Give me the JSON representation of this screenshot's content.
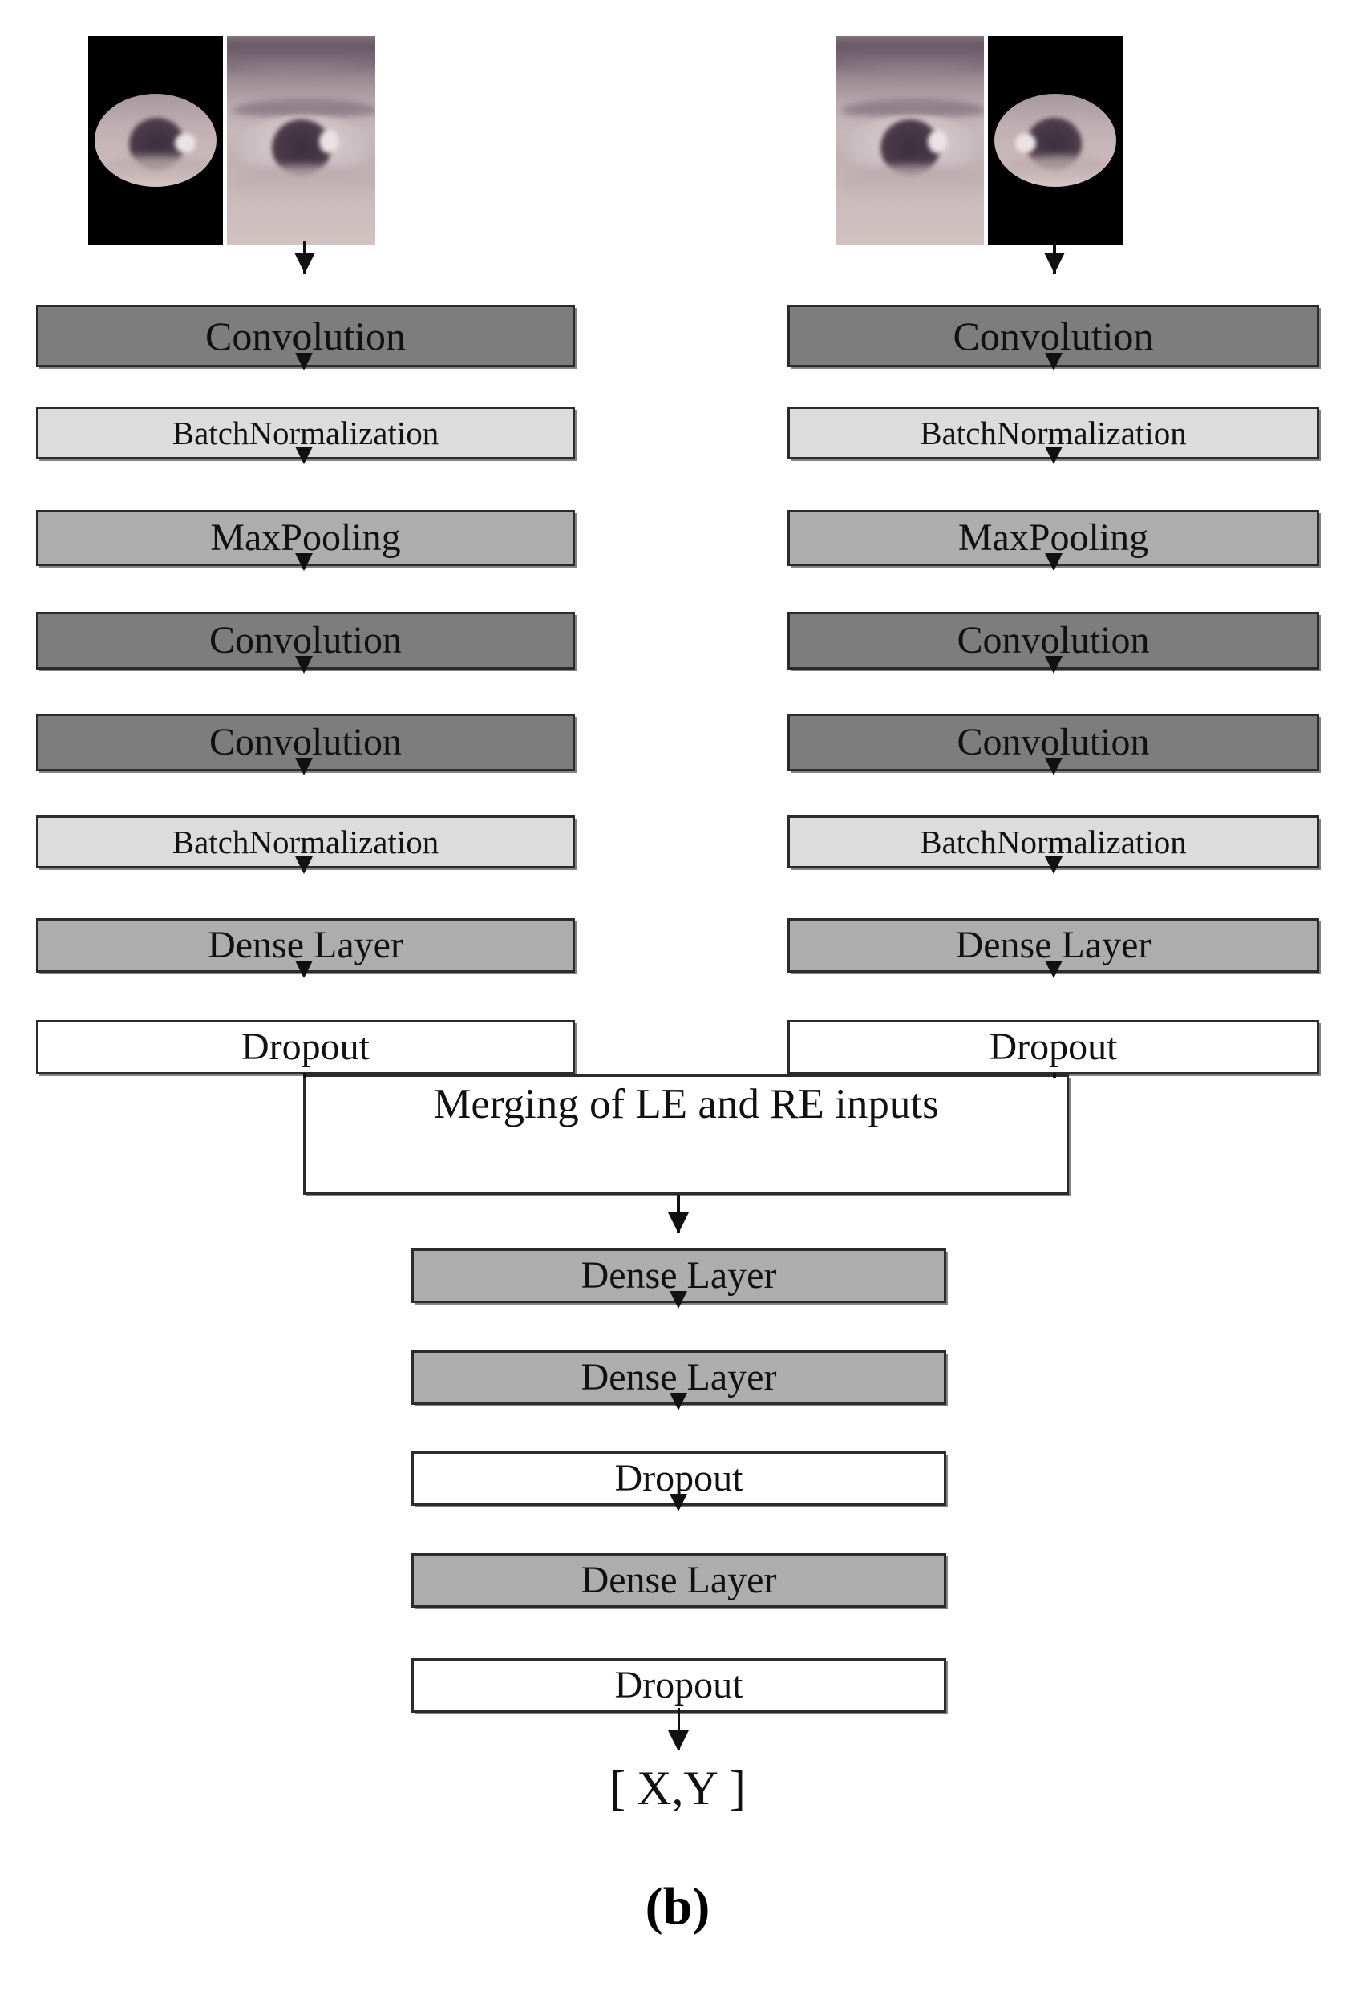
{
  "figure": {
    "caption": "(b)",
    "description": "Two-branch CNN architecture for gaze estimation merging left-eye and right-eye inputs"
  },
  "inputs": {
    "left_branch": {
      "name": "LE",
      "thumbnails": [
        {
          "label": "segmented-eye-thumbnail",
          "style": "masked"
        },
        {
          "label": "raw-eye-crop-thumbnail",
          "style": "raw"
        }
      ]
    },
    "right_branch": {
      "name": "RE",
      "thumbnails": [
        {
          "label": "raw-eye-crop-thumbnail",
          "style": "raw"
        },
        {
          "label": "segmented-eye-thumbnail",
          "style": "masked"
        }
      ]
    }
  },
  "branches": {
    "left": {
      "id": "left-eye-branch",
      "layers": [
        {
          "label": "Convolution",
          "shade": "conv"
        },
        {
          "label": "BatchNormalization",
          "shade": "bn"
        },
        {
          "label": "MaxPooling",
          "shade": "dense"
        },
        {
          "label": "Convolution",
          "shade": "conv"
        },
        {
          "label": "Convolution",
          "shade": "conv"
        },
        {
          "label": "BatchNormalization",
          "shade": "bn"
        },
        {
          "label": "Dense Layer",
          "shade": "dense"
        },
        {
          "label": "Dropout",
          "shade": "drop"
        }
      ]
    },
    "right": {
      "id": "right-eye-branch",
      "layers": [
        {
          "label": "Convolution",
          "shade": "conv"
        },
        {
          "label": "BatchNormalization",
          "shade": "bn"
        },
        {
          "label": "MaxPooling",
          "shade": "dense"
        },
        {
          "label": "Convolution",
          "shade": "conv"
        },
        {
          "label": "Convolution",
          "shade": "conv"
        },
        {
          "label": "BatchNormalization",
          "shade": "bn"
        },
        {
          "label": "Dense Layer",
          "shade": "dense"
        },
        {
          "label": "Dropout",
          "shade": "drop"
        }
      ]
    }
  },
  "merge": {
    "label": "Merging of LE and RE inputs",
    "shade": "merge"
  },
  "trunk": {
    "id": "merged-trunk",
    "layers": [
      {
        "label": "Dense Layer",
        "shade": "dense"
      },
      {
        "label": "Dense Layer",
        "shade": "dense"
      },
      {
        "label": "Dropout",
        "shade": "drop"
      },
      {
        "label": "Dense Layer",
        "shade": "dense"
      },
      {
        "label": "Dropout",
        "shade": "drop"
      }
    ]
  },
  "output": {
    "bracket_left": "[",
    "bracket_right": "]",
    "label": "X,Y"
  },
  "colors": {
    "convolution": "#7d7d7d",
    "batch_normalization": "#dcdcdc",
    "dense_maxpool": "#adadad",
    "dropout": "#ffffff",
    "border": "#2b2b2b",
    "arrow": "#111111",
    "background": "#ffffff"
  }
}
